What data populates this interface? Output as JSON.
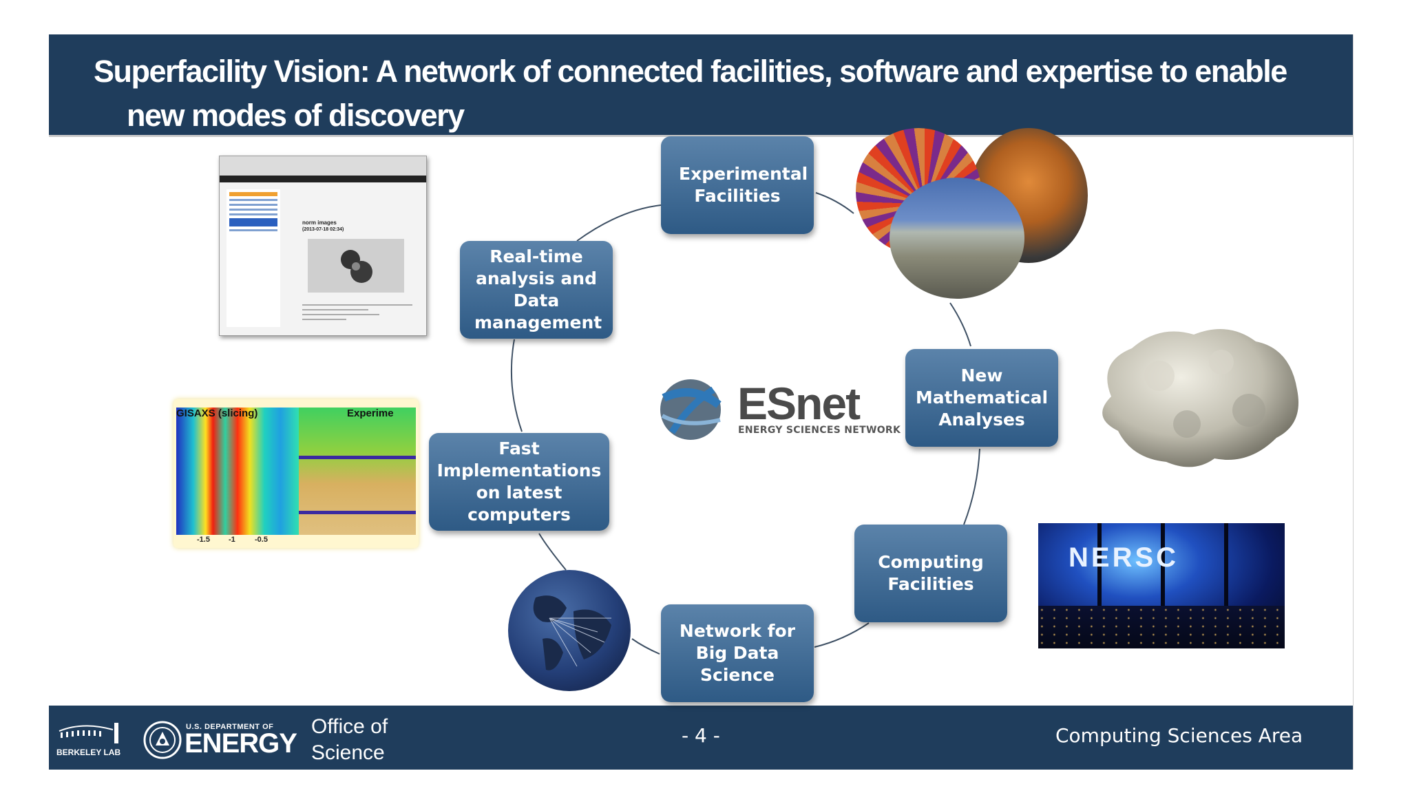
{
  "slide": {
    "title_line1": "Superfacility Vision: A network of connected facilities, software and expertise to enable",
    "title_line2": "new modes of discovery"
  },
  "nodes": {
    "experimental": "Experimental Facilities",
    "realtime": "Real-time analysis and Data management",
    "math": "New Mathematical Analyses",
    "fast": "Fast Implementations on latest computers",
    "computing": "Computing Facilities",
    "network": "Network for Big Data Science"
  },
  "center_logo": {
    "name": "ESnet",
    "subtitle": "ENERGY SCIENCES NETWORK"
  },
  "images": {
    "gisaxs_title": "GISAXS (slicing)",
    "gisaxs_right": "Experime",
    "gisaxs_ticks": [
      "-1.5",
      "-1",
      "-0.5"
    ],
    "screenshot_heading": "norm images",
    "screenshot_date": "(2013-07-18 02:34)",
    "nersc_label": "NERSC"
  },
  "footer": {
    "berkeley": "BERKELEY LAB",
    "doe_small": "U.S. DEPARTMENT OF",
    "doe_big": "ENERGY",
    "office_line1": "Office of",
    "office_line2": "Science",
    "page": "- 4 -",
    "area": "Computing Sciences Area"
  },
  "colors": {
    "header_bg": "#1f3d5c",
    "node_top": "#5b83aa",
    "node_bottom": "#2e5a85",
    "text_light": "#ffffff"
  }
}
